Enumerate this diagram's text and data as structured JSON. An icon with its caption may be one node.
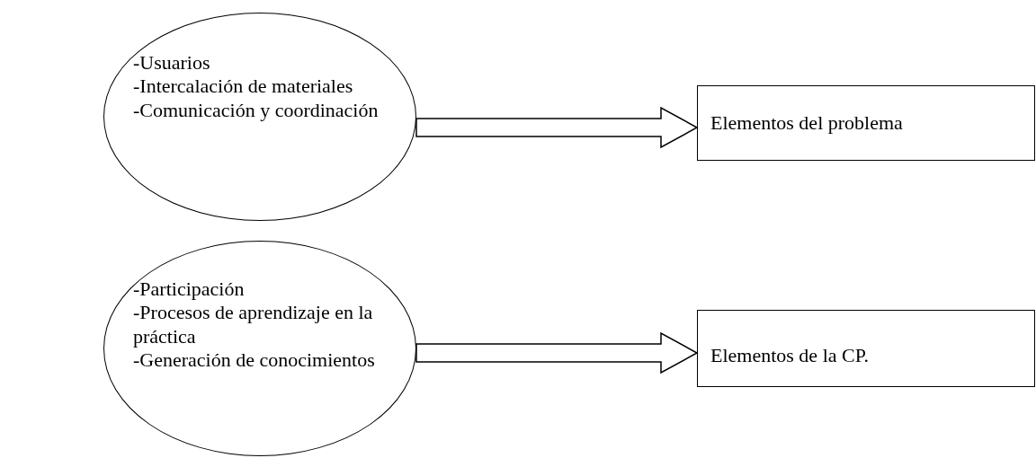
{
  "diagram": {
    "nodes": [
      {
        "text": [
          "-Usuarios",
          "-Intercalación de materiales",
          "-Comunicación y coordinación"
        ]
      },
      {
        "text": [
          "Elementos del problema"
        ]
      },
      {
        "text": [
          "-Participación",
          "-Procesos de aprendizaje en la práctica",
          "-Generación de conocimientos"
        ]
      },
      {
        "text": [
          "Elementos de la CP."
        ]
      }
    ],
    "edges": [
      {
        "from": 0,
        "to": 1,
        "arrow": "to"
      },
      {
        "from": 2,
        "to": 3,
        "arrow": "to"
      }
    ]
  }
}
